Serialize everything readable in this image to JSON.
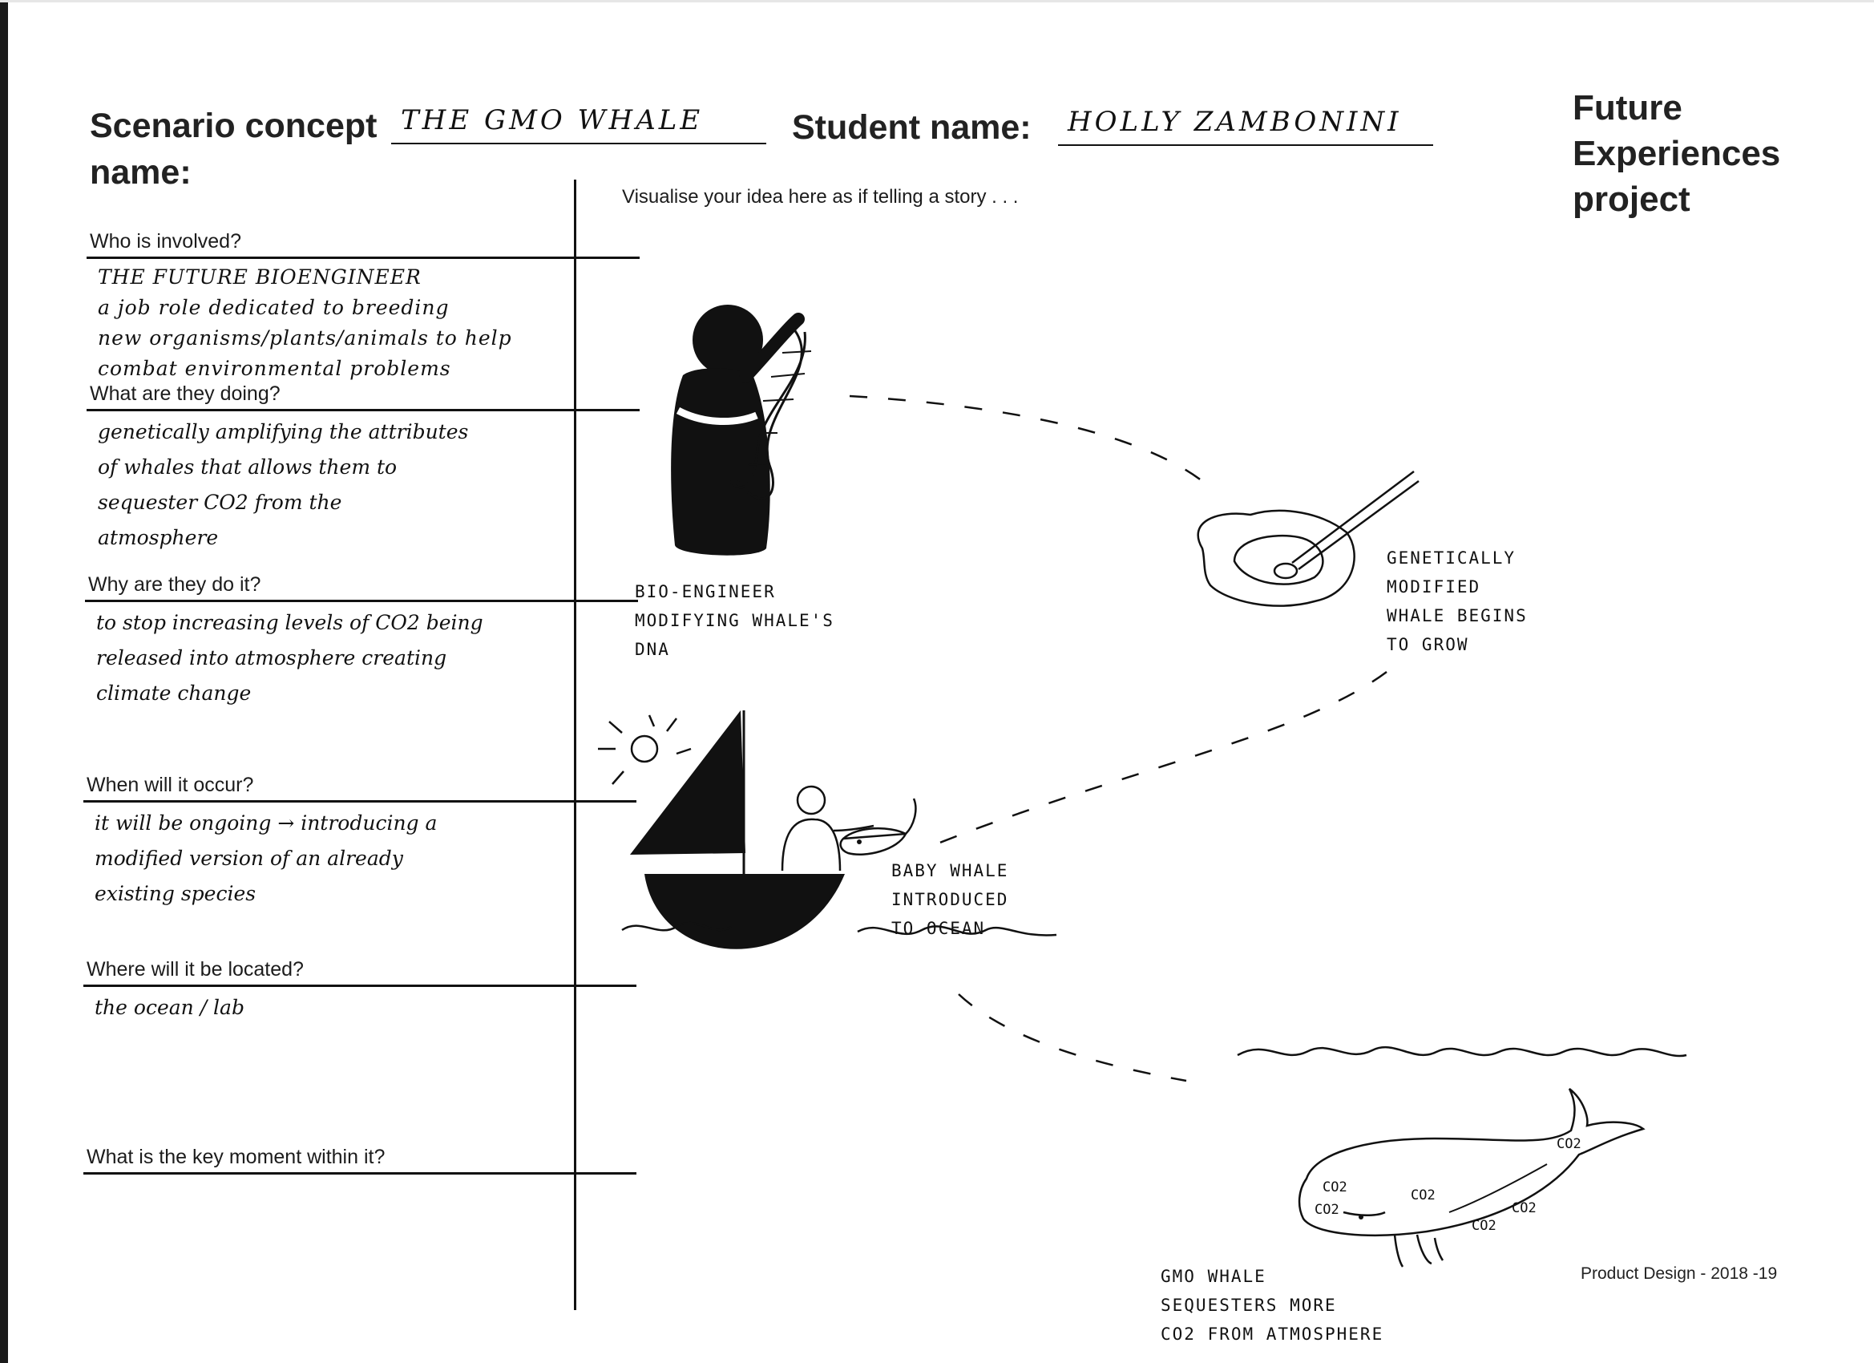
{
  "header": {
    "concept_label": "Scenario concept name:",
    "concept_value": "THE GMO WHALE",
    "student_label": "Student name:",
    "student_value": "HOLLY ZAMBONINI"
  },
  "brand": {
    "line1": "Future",
    "line2": "Experiences",
    "line3": "project"
  },
  "questions": [
    {
      "label": "Who is involved?",
      "answer": "THE FUTURE BIOENGINEER\na job role dedicated to breeding\nnew organisms/plants/animals to help\ncombat environmental problems"
    },
    {
      "label": "What are they doing?",
      "answer": "genetically amplifying the attributes\nof whales that allows them to\nsequester CO2 from the\natmosphere"
    },
    {
      "label": "Why are they do it?",
      "answer": "to stop increasing levels of CO2 being\nreleased into atmosphere creating\nclimate change"
    },
    {
      "label": "When will it occur?",
      "answer": "it will be ongoing → introducing a\nmodified version of an already\nexisting species"
    },
    {
      "label": "Where will it be located?",
      "answer": "the ocean / lab"
    },
    {
      "label": "What is the key moment within it?",
      "answer": ""
    }
  ],
  "story": {
    "prompt": "Visualise your idea here as if telling a story . . .",
    "captions": {
      "bioengineer": "BIO-ENGINEER\nMODIFYING WHALE'S\nDNA",
      "grow": "GENETICALLY\nMODIFIED\nWHALE BEGINS\nTO GROW",
      "baby": "BABY WHALE\nINTRODUCED\nTO OCEAN",
      "gmo": "GMO WHALE\nSEQUESTERS MORE\nCO2 FROM ATMOSPHERE"
    },
    "whale_labels": [
      "CO2",
      "CO2",
      "CO2",
      "CO2",
      "CO2",
      "CO2"
    ]
  },
  "footer": {
    "text": "Product Design  - 2018 -19"
  }
}
